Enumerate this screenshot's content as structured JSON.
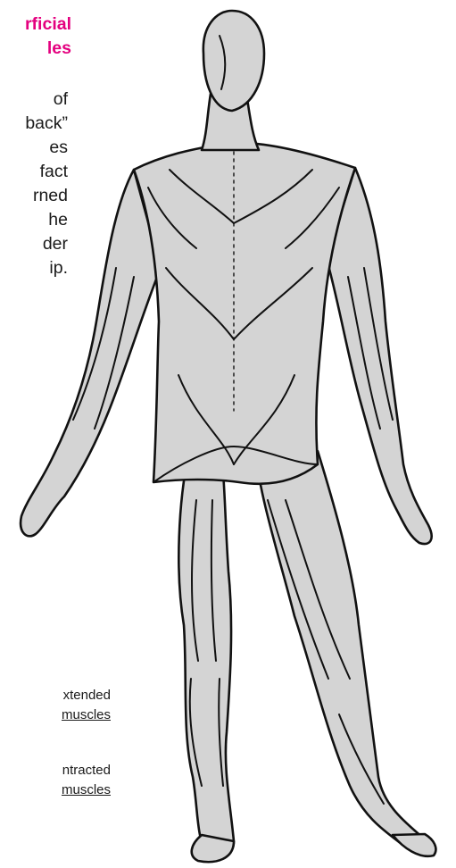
{
  "title_lines": [
    "rficial",
    "les"
  ],
  "body_lines": [
    "of",
    "back”",
    "es",
    "fact",
    "rned",
    "he",
    "der",
    "ip."
  ],
  "caption_extended": [
    "xtended",
    "muscles"
  ],
  "caption_contracted": [
    "ntracted",
    "muscles"
  ],
  "colors": {
    "title": "#e4007f",
    "text": "#1a1a1a",
    "figure_fill": "#d4d4d4",
    "figure_stroke": "#111111"
  },
  "figure": {
    "subject": "posterior view of human body showing superficial muscles"
  }
}
